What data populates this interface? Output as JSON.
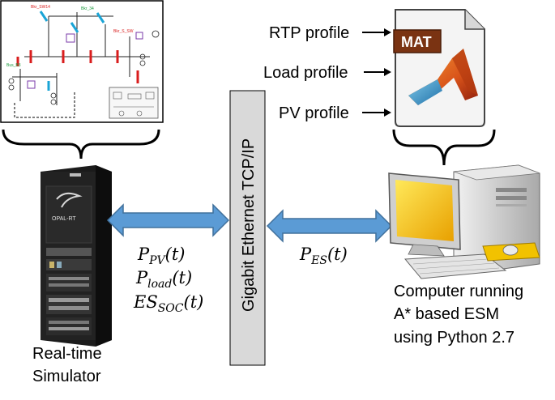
{
  "network_label": "Gigabit Ethernet TCP/IP",
  "simulator_label": [
    "Real-time",
    "Simulator"
  ],
  "computer_label": [
    "Computer running",
    "A* based ESM",
    "using Python 2.7"
  ],
  "profiles": [
    "RTP profile",
    "Load profile",
    "PV profile"
  ],
  "mat_badge": "MAT",
  "rack_brand": "OPAL-RT",
  "signals_left": [
    {
      "base": "P",
      "sub": "PV",
      "arg": "(t)"
    },
    {
      "base": "P",
      "sub": "load",
      "arg": "(t)"
    },
    {
      "base": "ES",
      "sub": "SOC",
      "arg": "(t)"
    }
  ],
  "signal_right": {
    "base": "P",
    "sub": "ES",
    "arg": "(t)"
  },
  "colors": {
    "arrow_fill": "#5b9bd5",
    "arrow_stroke": "#41719c",
    "network_box": "#d9d9d9"
  }
}
